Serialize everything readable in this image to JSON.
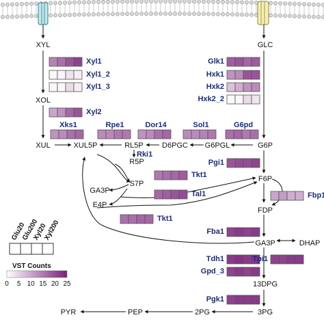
{
  "legend": {
    "sample_labels": [
      "Glu20",
      "Glu200",
      "Xyl20",
      "Xyl200"
    ],
    "title": "VST Counts",
    "ticks": [
      "0",
      "5",
      "10",
      "15",
      "20",
      "25"
    ],
    "scale_min": 0,
    "scale_max": 25,
    "color_low": "#ffffff",
    "color_high": "#7a1f7a"
  },
  "metabolites": {
    "xyl": "XYL",
    "glc": "GLC",
    "xol": "XOL",
    "xul": "XUL",
    "xul5p": "XUL5P",
    "rl5p": "RL5P",
    "d6pgc": "D6PGC",
    "g6pgl": "G6PGL",
    "g6p": "G6P",
    "r5p": "R5P",
    "s7p": "S7P",
    "ga3p_ppp": "GA3P",
    "e4p": "E4P",
    "f6p": "F6P",
    "fdp": "FDP",
    "ga3p": "GA3P",
    "dhap": "DHAP",
    "pg13": "13DPG",
    "pg3": "3PG",
    "pg2": "2PG",
    "pep": "PEP",
    "pyr": "PYR"
  },
  "genes": [
    {
      "id": "xyl1",
      "label": "Xyl1",
      "values": [
        14,
        16,
        19,
        21
      ]
    },
    {
      "id": "xyl1_2",
      "label": "Xyl1_2",
      "values": [
        1,
        1,
        3,
        2
      ]
    },
    {
      "id": "xyl1_3",
      "label": "Xyl1_3",
      "values": [
        1,
        1,
        4,
        2
      ]
    },
    {
      "id": "xyl2",
      "label": "Xyl2",
      "values": [
        10,
        12,
        17,
        19
      ]
    },
    {
      "id": "xks1",
      "label": "Xks1",
      "values": [
        12,
        13,
        16,
        17
      ]
    },
    {
      "id": "rpe1",
      "label": "Rpe1",
      "values": [
        13,
        13,
        15,
        15
      ]
    },
    {
      "id": "dor14",
      "label": "Dor14",
      "values": [
        12,
        13,
        16,
        17
      ]
    },
    {
      "id": "sol1",
      "label": "Sol1",
      "values": [
        13,
        13,
        14,
        15
      ]
    },
    {
      "id": "g6pd",
      "label": "G6pd",
      "values": [
        16,
        17,
        15,
        16
      ]
    },
    {
      "id": "glk1",
      "label": "Glk1",
      "values": [
        18,
        19,
        17,
        18
      ]
    },
    {
      "id": "hxk1",
      "label": "Hxk1",
      "values": [
        12,
        13,
        19,
        19
      ]
    },
    {
      "id": "hxk2",
      "label": "Hxk2",
      "values": [
        7,
        9,
        12,
        13
      ]
    },
    {
      "id": "hxk2_2",
      "label": "Hxk2_2",
      "values": [
        1,
        1,
        4,
        3
      ]
    },
    {
      "id": "rki1",
      "label": "Rki1",
      "values": []
    },
    {
      "id": "tkt1_a",
      "label": "Tkt1",
      "values": [
        15,
        16,
        17,
        18
      ]
    },
    {
      "id": "tal1",
      "label": "Tal1",
      "values": [
        17,
        18,
        19,
        20
      ]
    },
    {
      "id": "tkt1_b",
      "label": "Tkt1",
      "values": [
        16,
        16,
        17,
        17
      ]
    },
    {
      "id": "pgi1",
      "label": "Pgi1",
      "values": [
        19,
        20,
        20,
        21
      ]
    },
    {
      "id": "fbp1",
      "label": "Fbp1",
      "values": [
        10,
        11,
        9,
        9
      ]
    },
    {
      "id": "fba1",
      "label": "Fba1",
      "values": [
        21,
        22,
        21,
        22
      ]
    },
    {
      "id": "tdh1",
      "label": "Tdh1",
      "values": [
        22,
        23,
        22,
        23
      ]
    },
    {
      "id": "tpi1",
      "label": "Tpi1",
      "values": [
        21,
        21,
        22,
        22
      ]
    },
    {
      "id": "gpd_3",
      "label": "Gpd_3",
      "values": [
        21,
        22,
        21,
        22
      ]
    },
    {
      "id": "pgk1",
      "label": "Pgk1",
      "values": [
        21,
        22,
        22,
        22
      ]
    }
  ]
}
